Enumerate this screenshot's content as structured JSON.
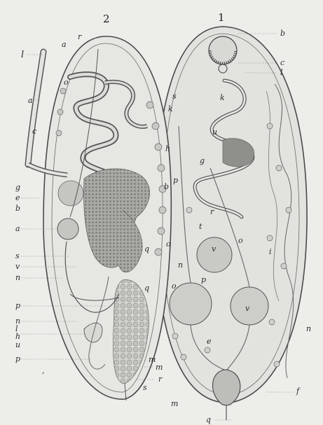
{
  "figure_numbers": {
    "left": "2",
    "right": "1"
  },
  "labels": {
    "left": [
      "l",
      "a",
      "c",
      "g",
      "e",
      "b",
      "a",
      "s",
      "v",
      "n",
      "p",
      "n",
      "l",
      "h",
      "u",
      "p",
      ","
    ],
    "top": [
      "a",
      "r"
    ],
    "inner": [
      "o",
      "s",
      "k",
      "u",
      "g",
      "r",
      "b",
      "o",
      "q",
      "n",
      "p",
      "v",
      "o",
      "v",
      "e",
      "h",
      "t",
      "i",
      "k",
      "p",
      "q",
      "o"
    ],
    "right": [
      "b",
      "c",
      "l",
      "n",
      "f",
      "q",
      "m"
    ],
    "bottom": [
      "m",
      "r",
      "s",
      "m"
    ]
  },
  "colors": {
    "ink": "#3a3a3a",
    "paper": "#ededea",
    "body_fill": "#e0e0dc",
    "gland": "#9a9a96",
    "egg": "#c8c8c4"
  }
}
